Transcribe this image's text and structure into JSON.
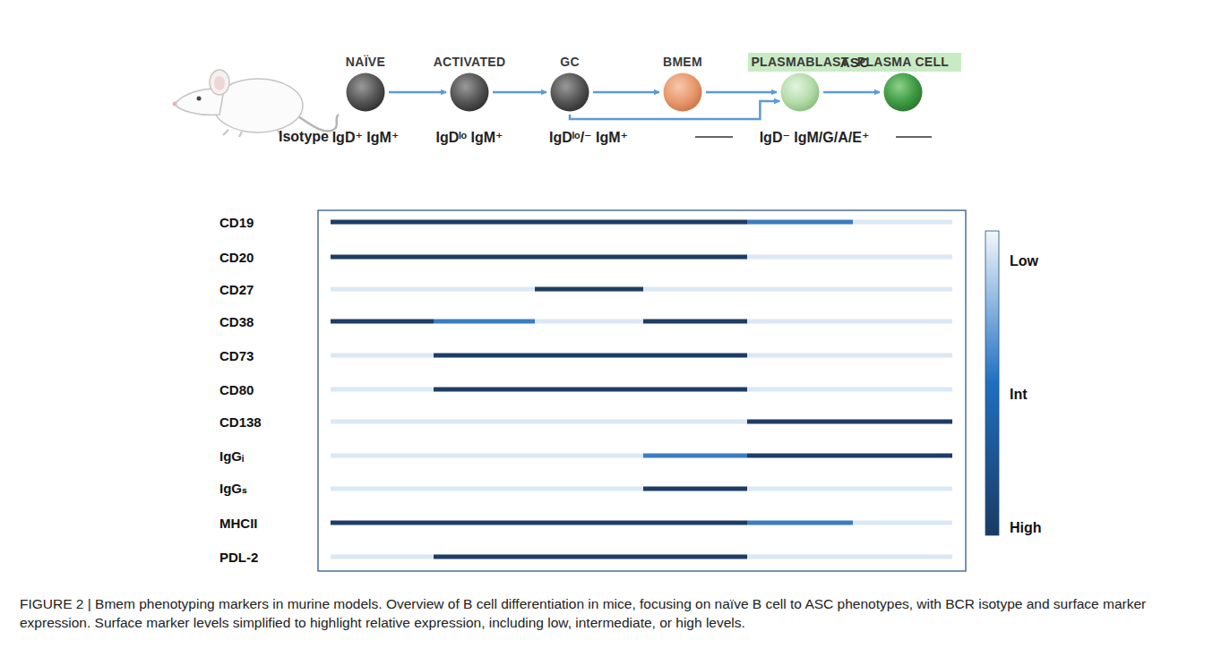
{
  "diagram": {
    "caption": "FIGURE 2 | Bmem phenotyping markers in murine models. Overview of B cell differentiation in mice, focusing on naïve B cell to ASC phenotypes, with BCR isotype and surface marker expression. Surface marker levels simplified to highlight relative expression, including low, intermediate, or high levels.",
    "nodes": [
      {
        "text": [
          "ASC"
        ]
      },
      {
        "text": [
          "NAÏVE"
        ]
      },
      {
        "text": [
          "ACTIVATED"
        ]
      },
      {
        "text": [
          "GC"
        ]
      },
      {
        "text": [
          "BMEM"
        ]
      },
      {
        "text": [
          "PLASMABLAST"
        ]
      },
      {
        "text": [
          "PLASMA CELL"
        ]
      }
    ],
    "edges": [
      {
        "from": 1,
        "to": 2,
        "arrow": "to"
      },
      {
        "from": 2,
        "to": 3,
        "arrow": "to"
      },
      {
        "from": 3,
        "to": 4,
        "arrow": "to"
      },
      {
        "from": 4,
        "to": 5,
        "arrow": "to"
      },
      {
        "from": 5,
        "to": 6,
        "arrow": "to"
      },
      {
        "from": 3,
        "to": 5,
        "arrow": "to"
      }
    ],
    "labels": [
      "Isotype",
      "IgD⁺ IgM⁺",
      "IgDˡᵒ IgM⁺",
      "IgDˡᵒ/⁻ IgM⁺",
      "IgD⁻ IgM/G/A/E⁺",
      "CD19",
      "CD20",
      "CD27",
      "CD38",
      "CD73",
      "CD80",
      "CD138",
      "IgGᵢ",
      "IgGₛ",
      "MHCII",
      "PDL-2",
      "Low",
      "Int",
      "High"
    ]
  }
}
